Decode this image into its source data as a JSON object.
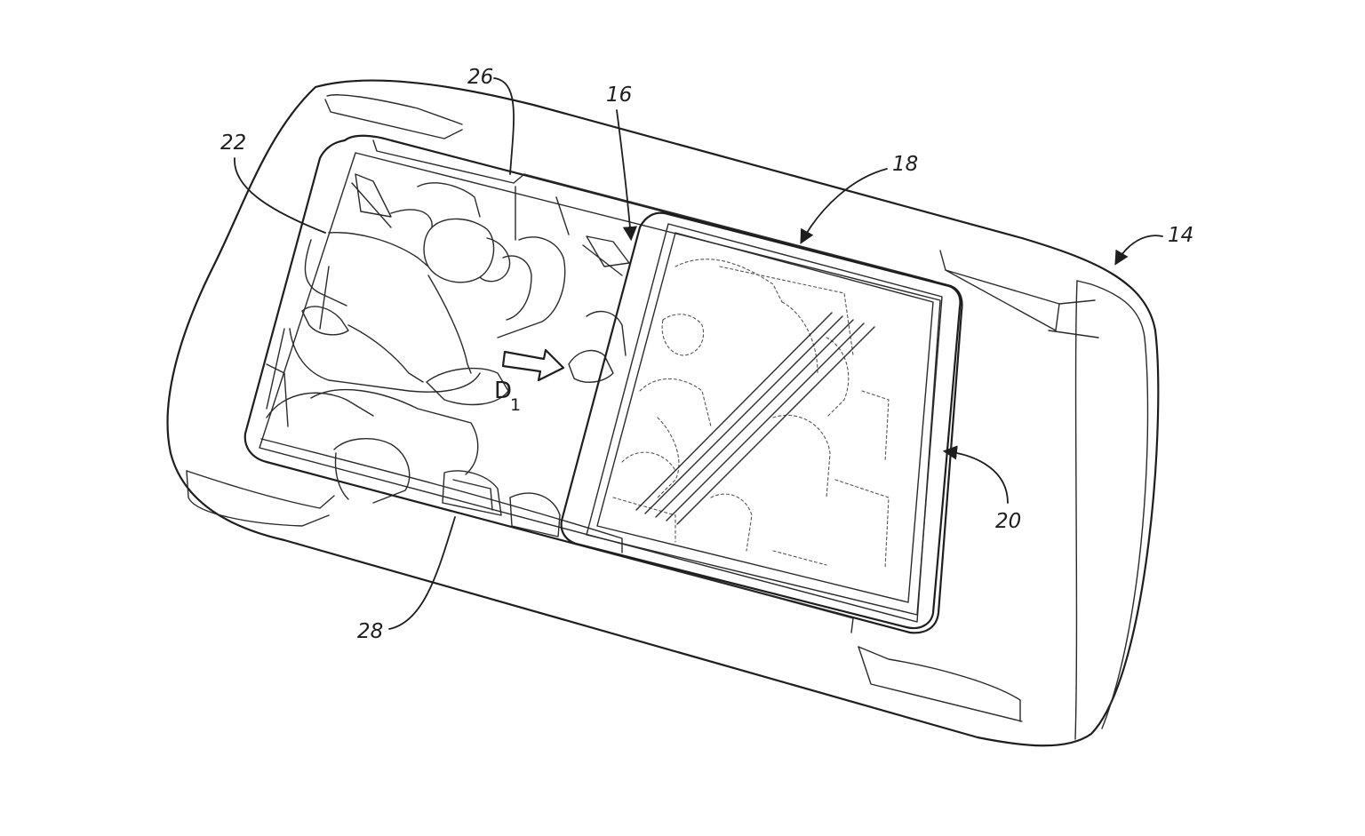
{
  "figure": {
    "reference_numerals": {
      "vehicle": "14",
      "interior": "16",
      "roof_panel": "18",
      "panel_mover": "20",
      "occupant": "22",
      "roof_rail": "26",
      "seat": "28"
    },
    "direction_label": {
      "letter": "D",
      "subscript": "1"
    }
  }
}
